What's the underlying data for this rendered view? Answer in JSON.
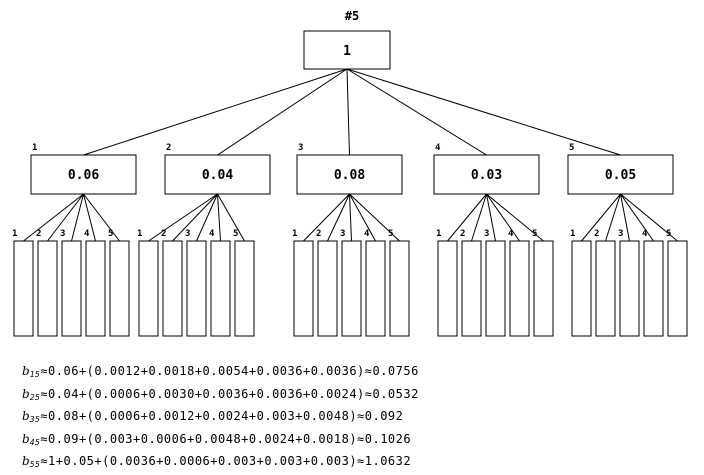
{
  "title": "#5",
  "root": {
    "value": "1"
  },
  "children": [
    {
      "label": "1",
      "value": "0.06",
      "leaves": [
        "1",
        "2",
        "3",
        "4",
        "5"
      ]
    },
    {
      "label": "2",
      "value": "0.04",
      "leaves": [
        "1",
        "2",
        "3",
        "4",
        "5"
      ]
    },
    {
      "label": "3",
      "value": "0.08",
      "leaves": [
        "1",
        "2",
        "3",
        "4",
        "5"
      ]
    },
    {
      "label": "4",
      "value": "0.03",
      "leaves": [
        "1",
        "2",
        "3",
        "4",
        "5"
      ]
    },
    {
      "label": "5",
      "value": "0.05",
      "leaves": [
        "1",
        "2",
        "3",
        "4",
        "5"
      ]
    }
  ],
  "formulas": [
    {
      "symbol": "b",
      "sub": "15",
      "expr": "≈0.06+(0.0012+0.0018+0.0054+0.0036+0.0036)≈0.0756"
    },
    {
      "symbol": "b",
      "sub": "25",
      "expr": "≈0.04+(0.0006+0.0030+0.0036+0.0036+0.0024)≈0.0532"
    },
    {
      "symbol": "b",
      "sub": "35",
      "expr": "≈0.08+(0.0006+0.0012+0.0024+0.003+0.0048)≈0.092"
    },
    {
      "symbol": "b",
      "sub": "45",
      "expr": "≈0.09+(0.003+0.0006+0.0048+0.0024+0.0018)≈0.1026"
    },
    {
      "symbol": "b",
      "sub": "55",
      "expr": "≈1+0.05+(0.0036+0.0006+0.003+0.003+0.003)≈1.0632"
    }
  ]
}
